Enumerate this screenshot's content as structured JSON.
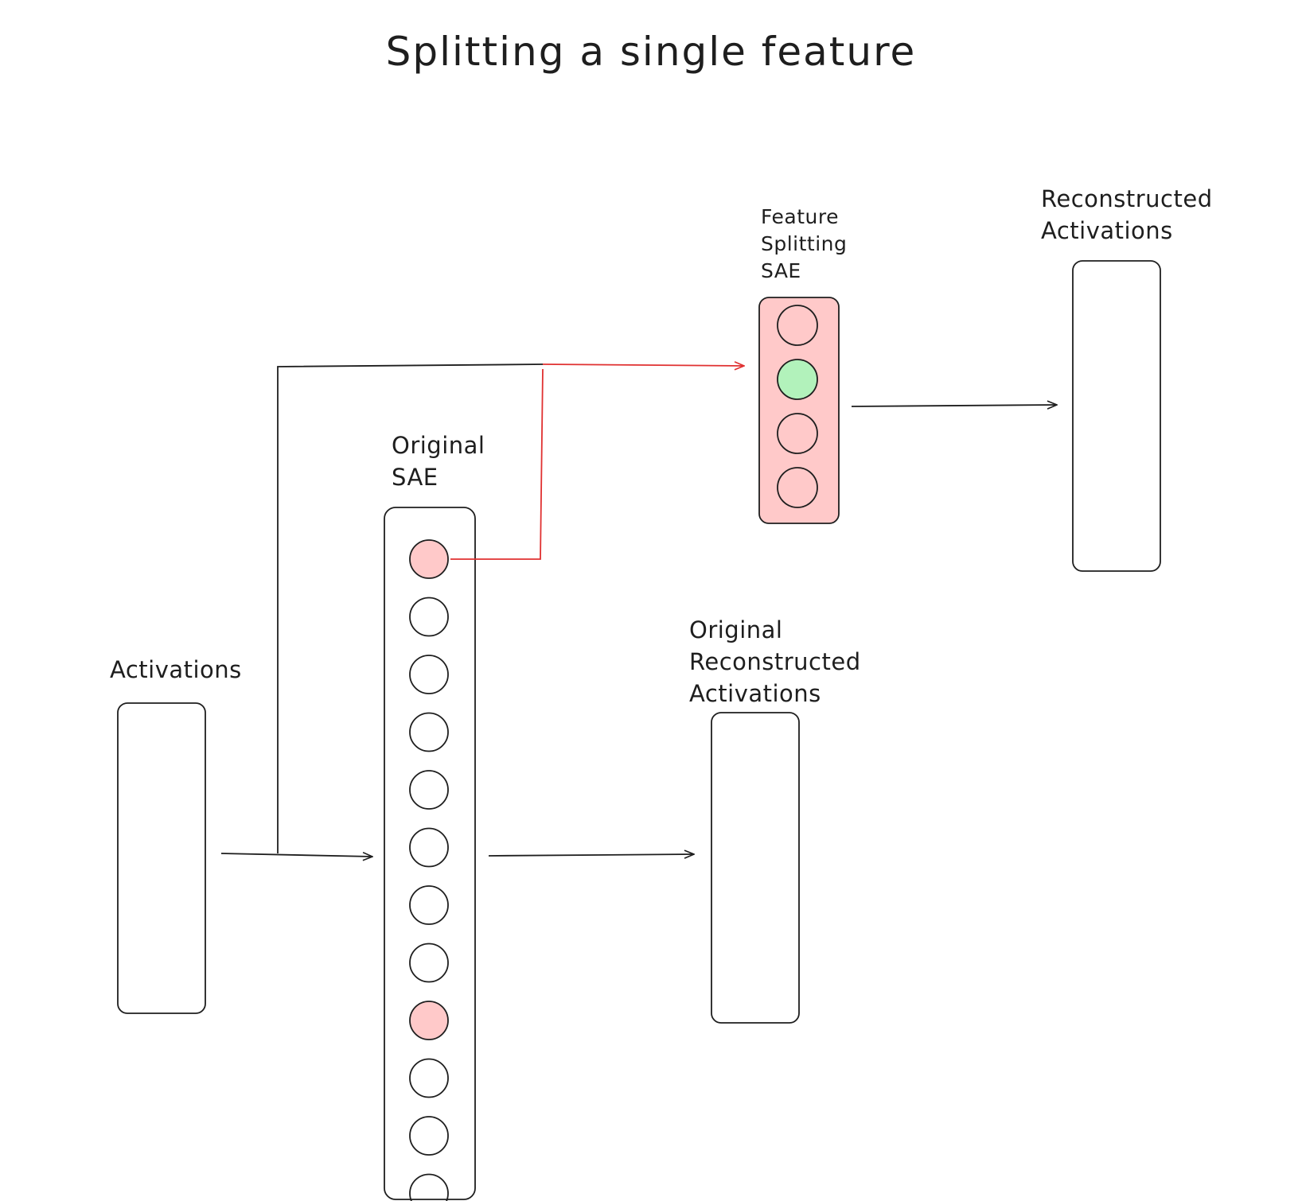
{
  "title": "Splitting a single feature",
  "labels": {
    "activations": "Activations",
    "original_sae": "Original\nSAE",
    "feature_splitting_sae": "Feature\nSplitting\nSAE",
    "reconstructed_activations": "Reconstructed\nActivations",
    "original_reconstructed_activations": "Original\nReconstructed\nActivations"
  },
  "colors": {
    "stroke": "#1e1e1e",
    "highlight_fill": "#ffc9c9",
    "active_fill": "#b2f2bb",
    "split_arrow": "#e03131",
    "background": "#ffffff"
  },
  "original_sae": {
    "neurons": [
      {
        "state": "highlighted"
      },
      {
        "state": "inactive"
      },
      {
        "state": "inactive"
      },
      {
        "state": "inactive"
      },
      {
        "state": "inactive"
      },
      {
        "state": "inactive"
      },
      {
        "state": "inactive"
      },
      {
        "state": "inactive"
      },
      {
        "state": "highlighted"
      },
      {
        "state": "inactive"
      },
      {
        "state": "inactive"
      },
      {
        "state": "inactive"
      }
    ]
  },
  "feature_splitting_sae": {
    "neurons": [
      {
        "state": "inactive"
      },
      {
        "state": "active"
      },
      {
        "state": "inactive"
      },
      {
        "state": "inactive"
      }
    ]
  }
}
